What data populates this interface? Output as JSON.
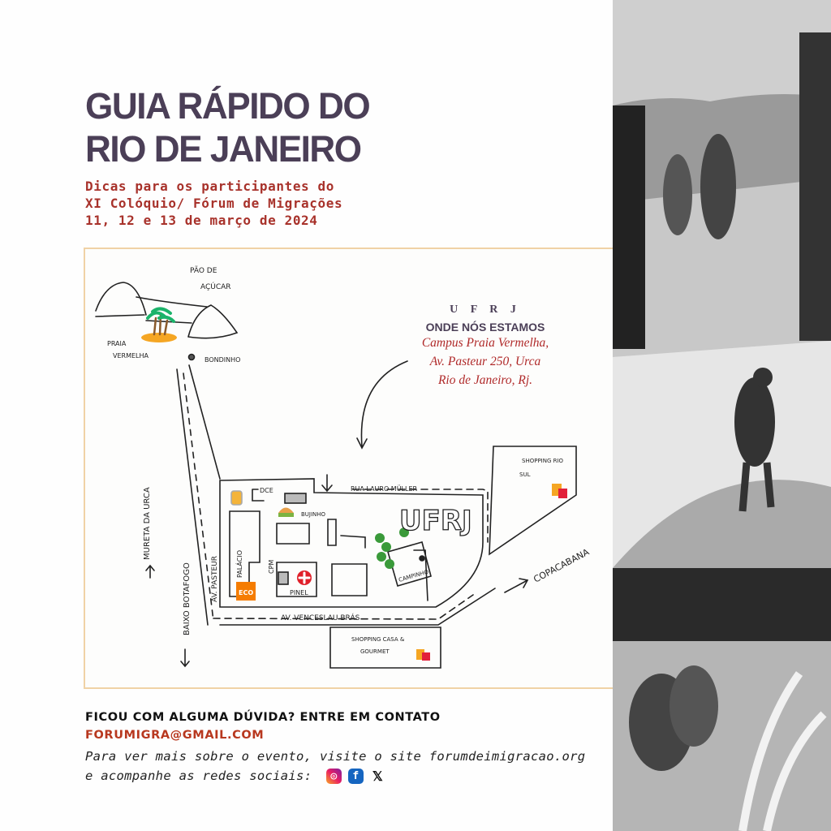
{
  "title": {
    "line1": "GUIA RÁPIDO DO",
    "line2": "RIO DE JANEIRO"
  },
  "subtitle": {
    "line1": "Dicas para os participantes do",
    "line2": "XI Colóquio/ Fórum de Migrações",
    "line3": "11, 12 e 13 de março de 2024"
  },
  "location": {
    "name": "U F R J",
    "heading": "ONDE NÓS ESTAMOS",
    "address1": "Campus Praia Vermelha,",
    "address2": "Av. Pasteur 250, Urca",
    "address3": "Rio de Janeiro, Rj."
  },
  "map": {
    "pao_de_1": "PÃO DE",
    "pao_de_2": "AÇÚCAR",
    "praia_1": "PRAIA",
    "praia_2": "VERMELHA",
    "bondinho": "BONDINHO",
    "mureta": "MURETA DA URCA",
    "botafogo": "BAIXO BOTAFOGO",
    "pasteur": "AV. PASTEUR",
    "palacio": "PALÁCIO",
    "eco": "ECO",
    "cpm": "CPM",
    "pinel": "PINEL",
    "dce": "DCE",
    "bujinho": "BUJINHO",
    "lauro": "RUA LAURO MÜLLER",
    "ufrj": "UFRJ",
    "campinho": "CAMPINHO",
    "riosul_1": "SHOPPING RIO",
    "riosul_2": "SUL",
    "copacabana": "COPACABANA",
    "venceslau": "AV. VENCESLAU BRÁS",
    "casa_1": "SHOPPING CASA &",
    "casa_2": "GOURMET"
  },
  "contact": {
    "question": "FICOU COM ALGUMA DÚVIDA? ENTRE EM CONTATO",
    "email": "FORUMIGRA@GMAIL.COM",
    "more1": "Para ver mais sobre o evento, visite o site forumdeimigracao.org",
    "more2": "e acompanhe as redes sociais:",
    "social": [
      {
        "icon": "instagram-icon",
        "glyph": "◎"
      },
      {
        "icon": "facebook-icon",
        "glyph": "f"
      },
      {
        "icon": "x-icon",
        "glyph": "𝕏"
      }
    ]
  },
  "colors": {
    "title": "#4b3f57",
    "accent": "#a8322b",
    "map_border": "#f0d2a6"
  }
}
